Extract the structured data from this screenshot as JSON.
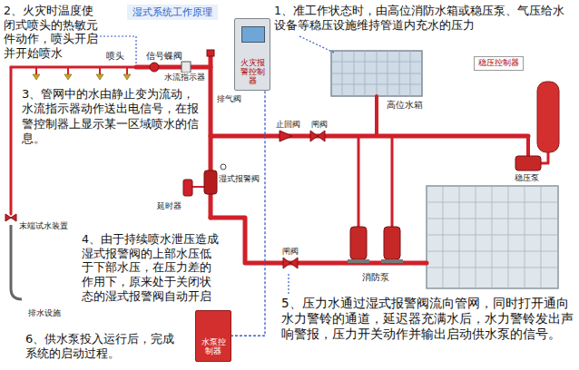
{
  "diagram": {
    "title": "湿式系统工作原理",
    "nodes": [
      {
        "text": [
          "火灾报警控制器"
        ]
      },
      {
        "text": [
          "稳压控制器"
        ]
      },
      {
        "text": [
          "水泵控制器"
        ]
      }
    ],
    "edges": [
      {
        "from": 0,
        "to": 2,
        "arrow": "none"
      }
    ],
    "labels": [
      "1、准工作状态时，由高位消防水箱或稳压泵、气压给水设备等稳压设施维持管道内充水的压力",
      "2、火灾时温度使闭式喷头的热敏元件动作，喷头开启并开始喷水",
      "喷头",
      "信号蝶阀",
      "水流指示器",
      "排气阀",
      "3、管网中的水由静止变为流动，水流指示器动作送出电信号，在报警控制器上显示某一区域喷水的信息。",
      "高位水箱",
      "闸阀",
      "止回阀",
      "稳压泵",
      "湿式报警阀",
      "延时器",
      "末端试水装置",
      "4、由于持续喷水泄压造成湿式报警阀的上部水压低于下部水压，在压力差的作用下，原来处于关闭状态的湿式报警阀自动开启",
      "闸阀",
      "消防泵",
      "5、压力水通过湿式报警阀流向管网，同时打开通向水力警铃的通道，延迟器充满水后，水力警铃发出声响警报，压力开关动作并输出启动供水泵的信号。",
      "排水设施",
      "6、供水泵投入运行后，完成系统的启动过程。"
    ]
  }
}
